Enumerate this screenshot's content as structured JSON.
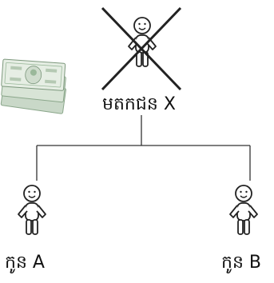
{
  "diagram": {
    "parent_label": "មតកជន X",
    "child_a_label": "កូន A",
    "child_b_label": "កូន B",
    "parent_crossed_out": true,
    "money_icon": "banknotes-icon"
  },
  "colors": {
    "line": "#333333",
    "figure_stroke": "#222222",
    "figure_fill": "#ffffff",
    "money_green": "#9ab89a"
  }
}
